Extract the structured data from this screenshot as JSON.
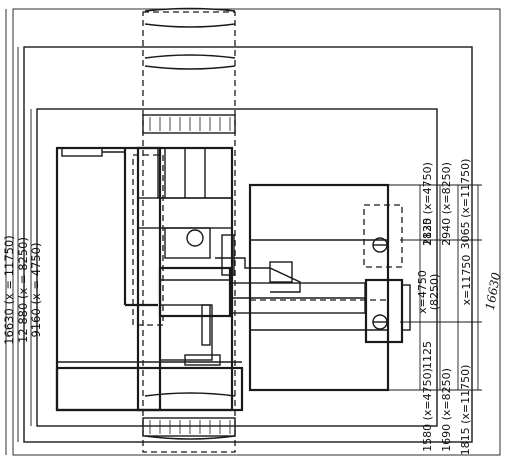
{
  "overall_dimensions": {
    "outer": "16630 (x = 11750)",
    "middle": "12 880 (x = 8250)",
    "inner": "9160 (x = 4750)"
  },
  "right_top_dimensions": {
    "d1": "1125",
    "d2": "2830 (x=4750)",
    "d3": "2940 (x=8250)",
    "d4": "3065 (x=11750)"
  },
  "right_mid_dimensions": {
    "line1": "x=4750",
    "line2": "(8250)",
    "line3": "x=11750"
  },
  "right_bottom_dimensions": {
    "d1": "1125",
    "d2": "1580 (x=4750)",
    "d3": "1690 (x=8250)",
    "d4": "1815 (x=11750)"
  },
  "handwritten_note": "16630"
}
